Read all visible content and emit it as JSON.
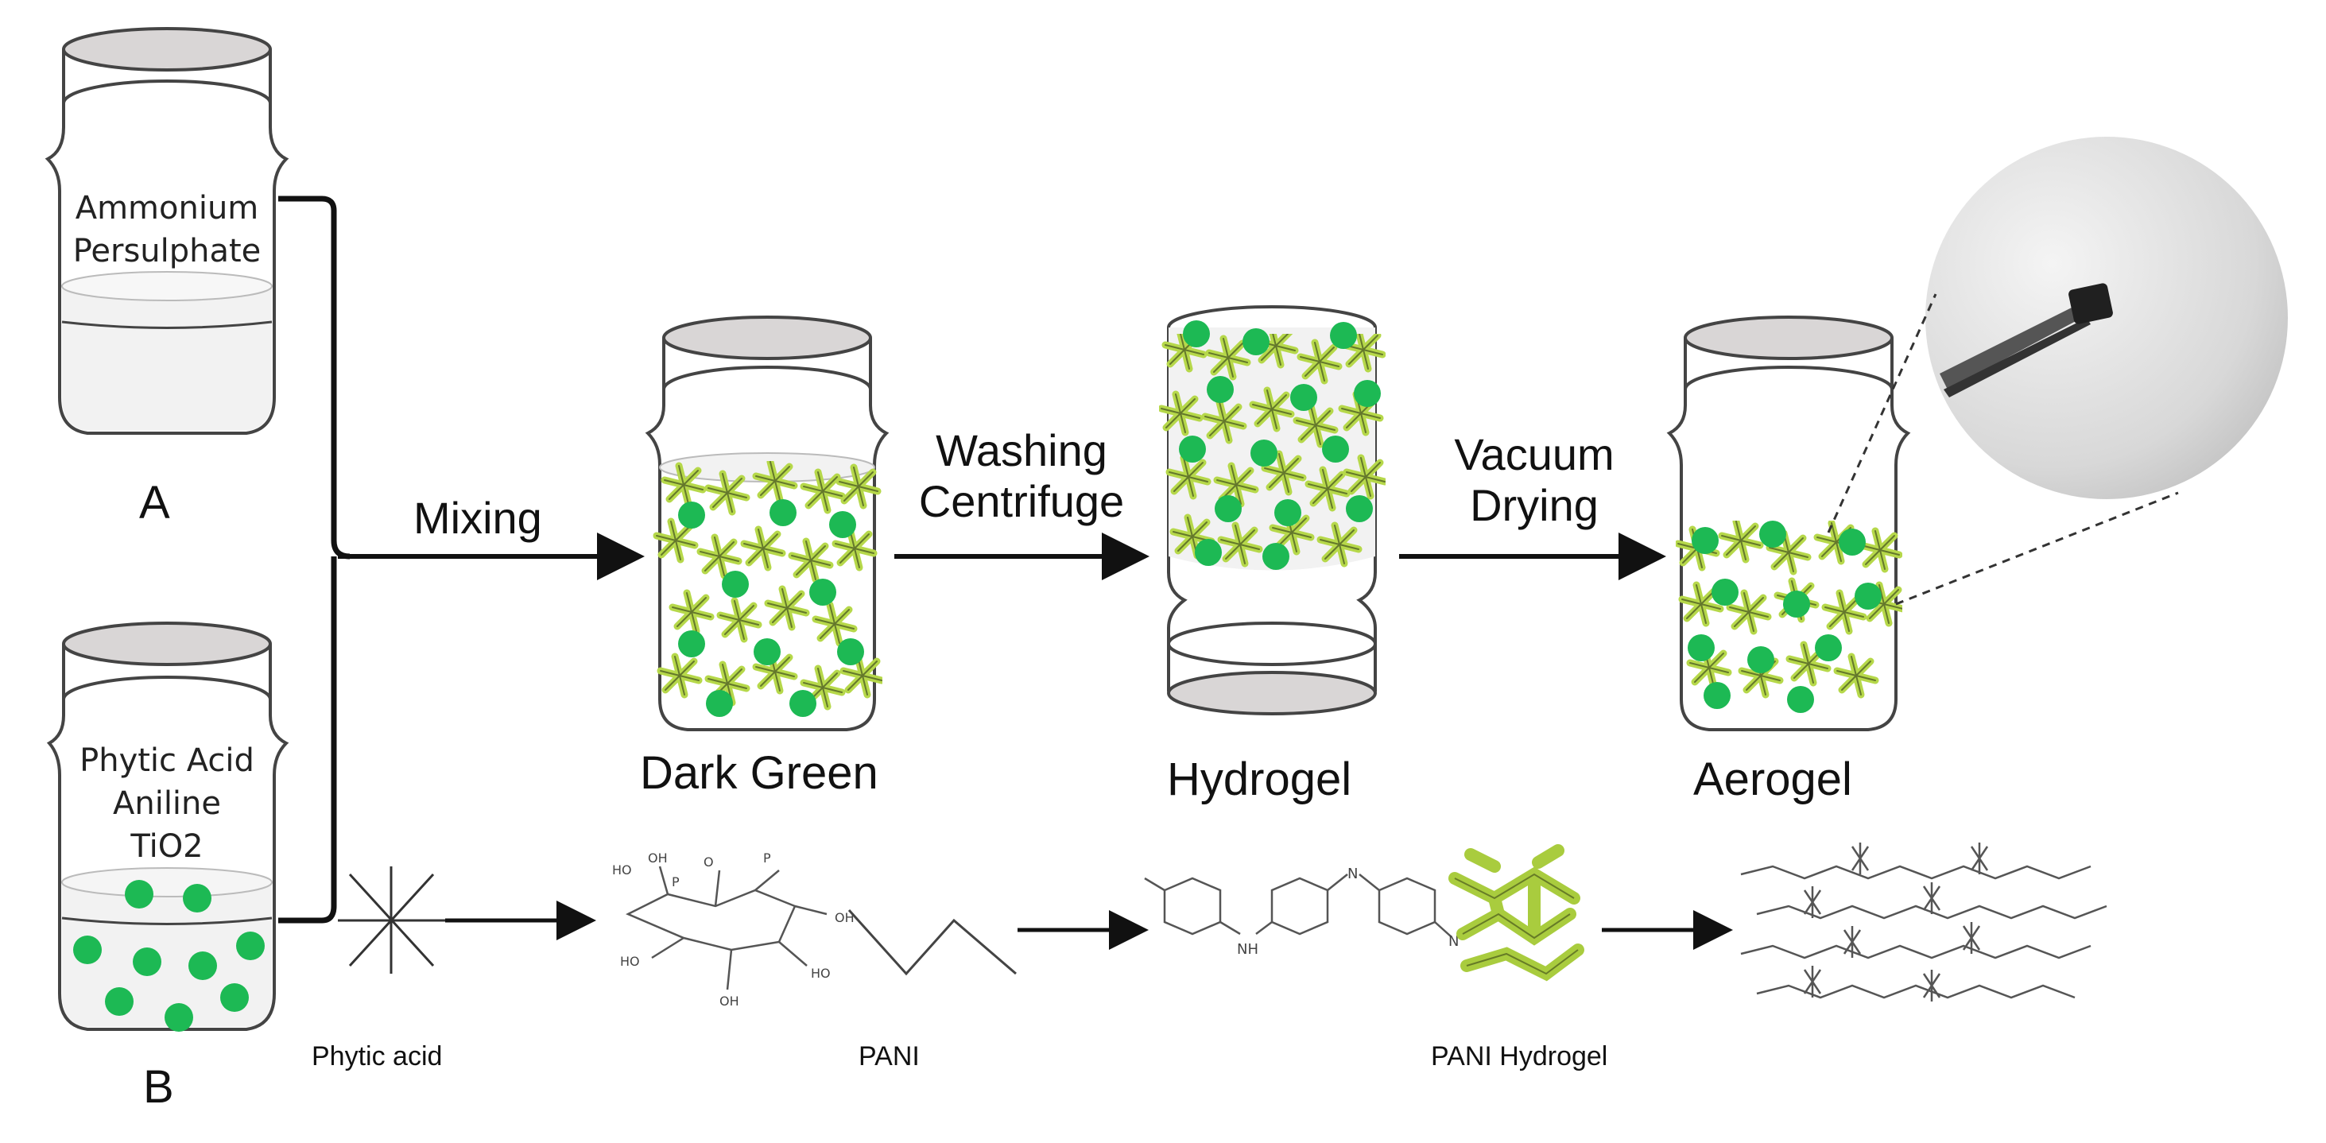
{
  "jars": {
    "a": {
      "label": "A",
      "contents": [
        "Ammonium",
        "Persulphate"
      ]
    },
    "b": {
      "label": "B",
      "contents": [
        "Phytic Acid",
        "Aniline",
        "TiO2"
      ]
    }
  },
  "steps": {
    "mixing": "Mixing",
    "washing_line1": "Washing",
    "washing_line2": "Centrifuge",
    "vacuum_line1": "Vacuum",
    "vacuum_line2": "Drying"
  },
  "stages": {
    "dark_green": "Dark Green",
    "hydrogel": "Hydrogel",
    "aerogel": "Aerogel"
  },
  "chemistry": {
    "phytic_acid": "Phytic acid",
    "pani": "PANI",
    "pani_hydrogel": "PANI Hydrogel",
    "molecule_groups": [
      "OH",
      "HO",
      "P",
      "O"
    ],
    "amine": "NH",
    "imine": "N"
  },
  "colors": {
    "particle": "#1db954",
    "fibre": "#b6d84a",
    "fibre_dark": "#2f3a18",
    "liquid": "#f2f2f2",
    "glass_stroke": "#444444",
    "lid": "#d9d6d6"
  }
}
